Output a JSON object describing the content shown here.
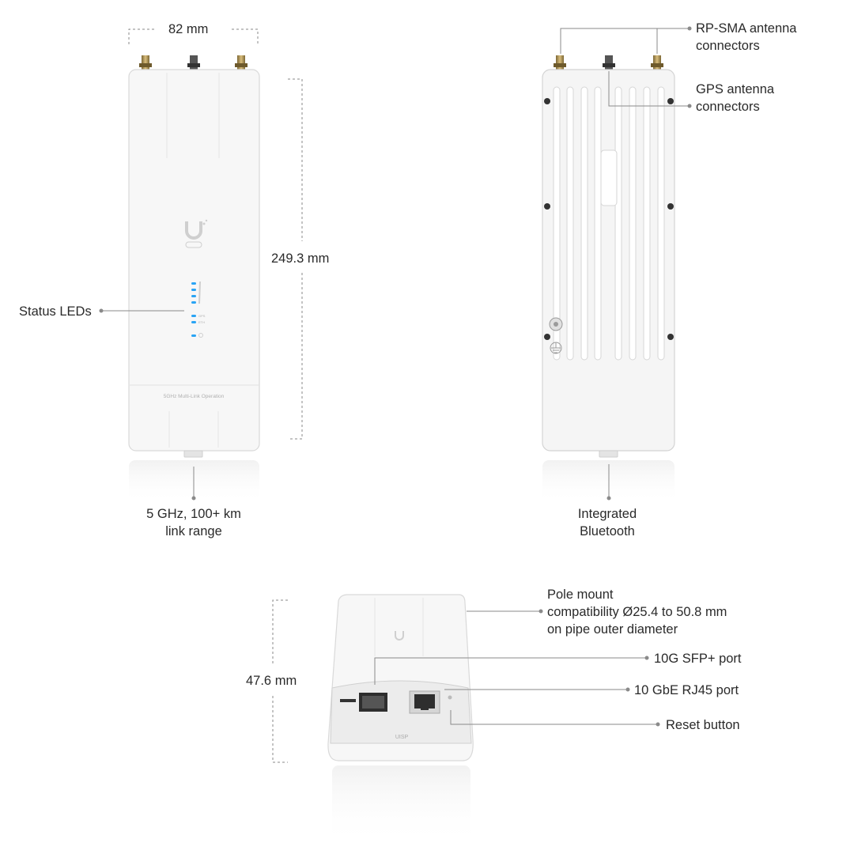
{
  "dimensions": {
    "width": "82 mm",
    "height": "249.3 mm",
    "depth": "47.6 mm"
  },
  "callouts": {
    "rp_sma_line1": "RP-SMA antenna",
    "rp_sma_line2": "connectors",
    "gps_line1": "GPS antenna",
    "gps_line2": "connectors",
    "status_leds": "Status LEDs",
    "link_range_line1": "5 GHz, 100+ km",
    "link_range_line2": "link range",
    "bluetooth_line1": "Integrated",
    "bluetooth_line2": "Bluetooth",
    "pole_line1": "Pole mount",
    "pole_line2": "compatibility Ø25.4 to 50.8 mm",
    "pole_line3": "on pipe outer diameter",
    "sfp_port": "10G SFP+ port",
    "rj45_port": "10 GbE RJ45 port",
    "reset_button": "Reset button"
  },
  "device_print": {
    "front_caption": "5GHz Multi-Link Operation",
    "led_gps": "GPS",
    "led_eth": "ETH",
    "port_label": "UISP"
  },
  "colors": {
    "device_body": "#f7f7f7",
    "device_edge": "#d9d9d9",
    "leader_line": "#8a8a8a",
    "led_blue": "#2aa4f4",
    "connector_gold": "#b89a5a",
    "text": "#2a2a2a"
  }
}
